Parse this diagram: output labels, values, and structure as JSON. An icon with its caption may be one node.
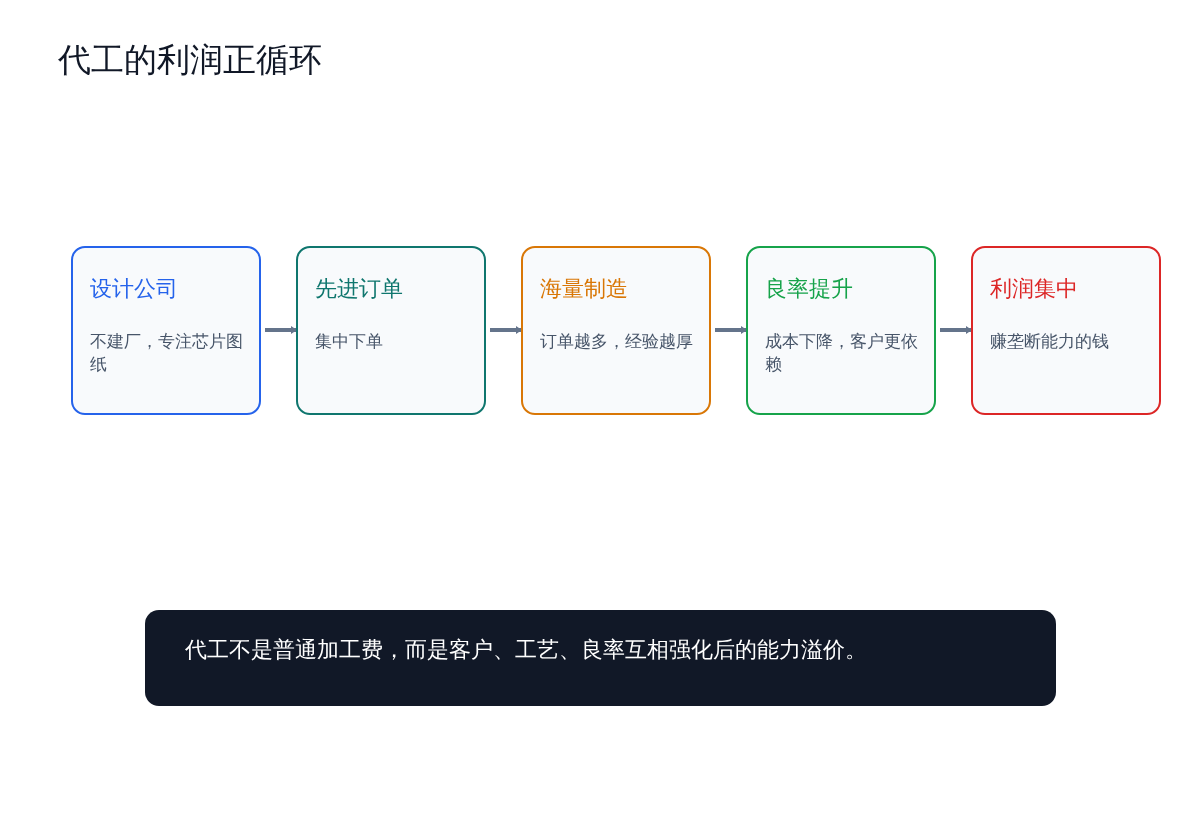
{
  "diagram": {
    "title": "代工的利润正循环",
    "nodes": [
      {
        "text": [
          "设计公司",
          "不建厂，专注芯片图纸"
        ]
      },
      {
        "text": [
          "先进订单",
          "集中下单"
        ]
      },
      {
        "text": [
          "海量制造",
          "订单越多，经验越厚"
        ]
      },
      {
        "text": [
          "良率提升",
          "成本下降，客户更依赖"
        ]
      },
      {
        "text": [
          "利润集中",
          "赚垄断能力的钱"
        ]
      },
      {
        "text": [
          "代工不是普通加工费，而是客户、工艺、良率互相强化后的能力溢价。"
        ]
      }
    ],
    "edges": [
      {
        "from": 0,
        "to": 1,
        "arrow": "to"
      },
      {
        "from": 1,
        "to": 2,
        "arrow": "to"
      },
      {
        "from": 2,
        "to": 3,
        "arrow": "to"
      },
      {
        "from": 3,
        "to": 4,
        "arrow": "to"
      }
    ]
  }
}
